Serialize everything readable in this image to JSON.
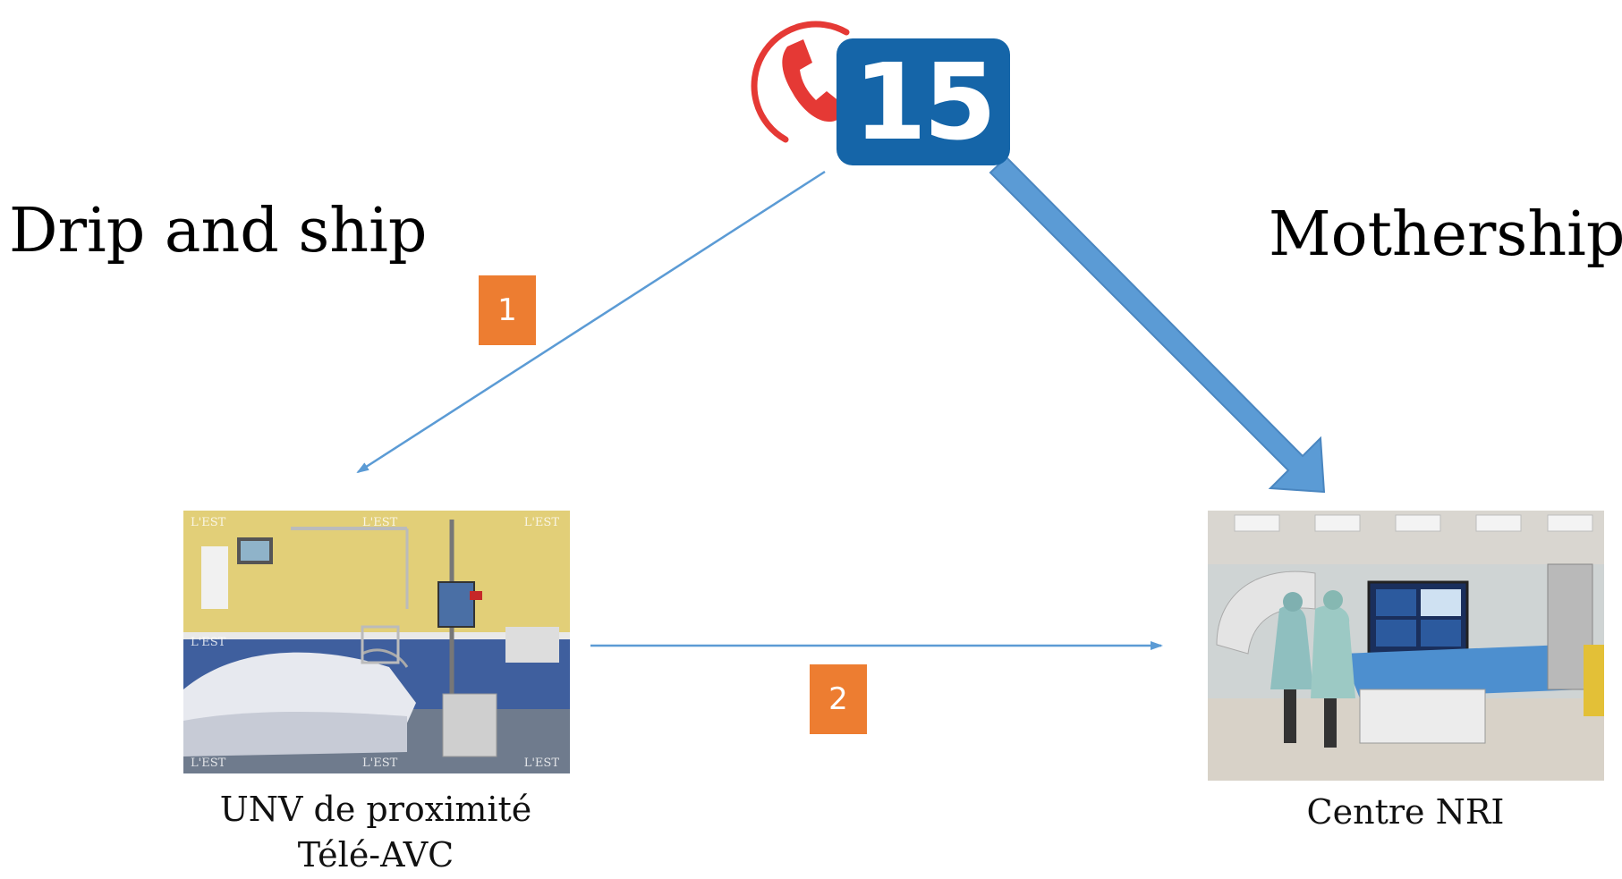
{
  "emergency": {
    "number": "15"
  },
  "models": {
    "left_title": "Drip and ship",
    "right_title": "Mothership"
  },
  "steps": {
    "step1": "1",
    "step2": "2"
  },
  "sites": {
    "left": {
      "name": "UNV de proximité",
      "subtitle": "Télé-AVC",
      "watermark": "L'EST"
    },
    "right": {
      "name": "Centre NRI"
    }
  },
  "colors": {
    "arrow": "#5b9bd5",
    "badge": "#ed7d31",
    "samu_blue": "#1565a8",
    "phone_red": "#e53935"
  }
}
